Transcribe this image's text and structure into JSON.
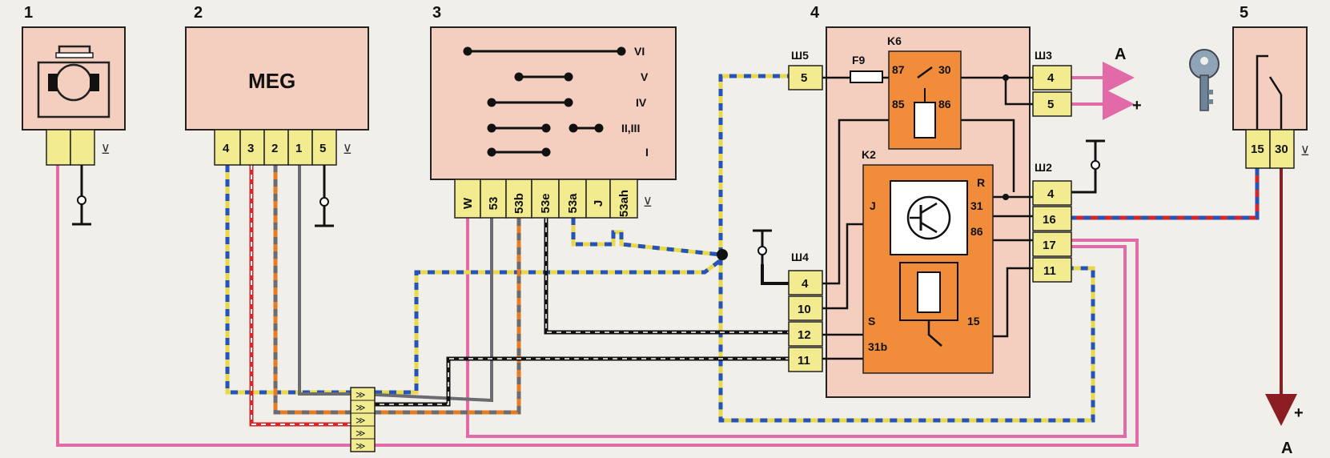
{
  "components": [
    {
      "id": "1",
      "label": "1"
    },
    {
      "id": "2",
      "label": "2",
      "name": "MEG",
      "pins": [
        "4",
        "3",
        "2",
        "1",
        "5"
      ]
    },
    {
      "id": "3",
      "label": "3",
      "positions": [
        "VI",
        "V",
        "IV",
        "II,III",
        "I"
      ],
      "pins": [
        "W",
        "53",
        "53b",
        "53e",
        "53a",
        "J",
        "53ah"
      ]
    },
    {
      "id": "4",
      "label": "4"
    },
    {
      "id": "5",
      "label": "5",
      "pins": [
        "15",
        "30"
      ]
    }
  ],
  "connectors": {
    "sh5": {
      "name": "Ш5",
      "pins": [
        "5"
      ]
    },
    "sh3": {
      "name": "Ш3",
      "pins": [
        "4",
        "5"
      ]
    },
    "sh2": {
      "name": "Ш2",
      "pins": [
        "4",
        "16",
        "17",
        "11"
      ]
    },
    "sh4": {
      "name": "Ш4",
      "pins": [
        "4",
        "10",
        "12",
        "11"
      ]
    }
  },
  "fuse": "F9",
  "relay_k6": {
    "name": "K6",
    "pins": [
      "87",
      "30",
      "85",
      "86"
    ]
  },
  "relay_k2": {
    "name": "K2",
    "pins": [
      "R",
      "31",
      "86",
      "J",
      "S",
      "31b",
      "15"
    ]
  },
  "outputs": {
    "a_label": "A",
    "plus": "+"
  },
  "colors": {
    "yellow": "#e9d94a",
    "blue": "#2553b8",
    "red": "#d5262a",
    "orange": "#e57c23",
    "gray": "#6b6b72",
    "black": "#111111",
    "pink": "#e36aa8",
    "brown": "#8a1e22",
    "relay": "#f08c3a",
    "box": "#f4cfc0",
    "connector": "#f2eb8f"
  },
  "icons": [
    "motor-icon",
    "ground-icon",
    "key-icon",
    "transistor-icon",
    "relay-coil-icon",
    "switch-icon"
  ]
}
